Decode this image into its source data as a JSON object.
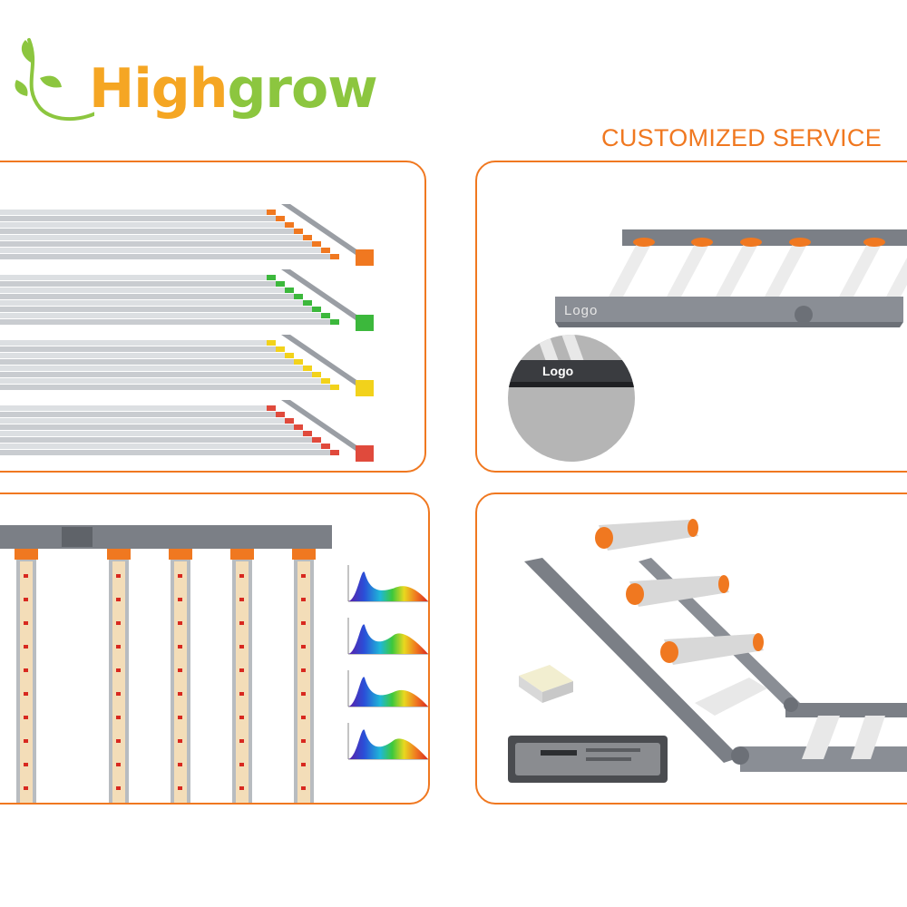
{
  "brand": {
    "name_part1": "High",
    "name_part2": "grow",
    "logo_colors": {
      "orange": "#f5a623",
      "green": "#8cc63f"
    }
  },
  "section_title": "CUSTOMIZED SERVICE",
  "accent_color": "#f07820",
  "panels": {
    "color_options": {
      "endcap_colors": [
        "#f07820",
        "#3cb83c",
        "#f2d21b",
        "#e04a3c"
      ]
    },
    "logo_custom": {
      "frame_logo_text": "Logo",
      "zoom_logo_text": "Logo"
    },
    "spectrum": {
      "spectrum_count": 4
    },
    "components": {}
  }
}
